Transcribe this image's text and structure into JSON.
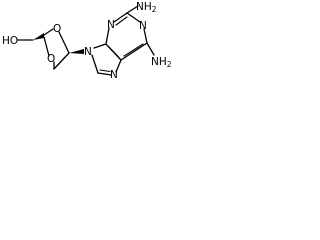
{
  "molecule": {
    "atoms": {
      "hydroxyl": "HO",
      "dioxolane_o_top": "O",
      "dioxolane_o_bottom": "O",
      "n9": "N",
      "n_ring6_top": "N",
      "n_ring6_mid": "N",
      "n_ring5_right": "N",
      "amine_top": "NH",
      "amine_top_sub": "2",
      "amine_bottom": "NH",
      "amine_bottom_sub": "2"
    },
    "colors": {
      "bond": "#000000",
      "text": "#000000",
      "background": "#ffffff"
    }
  }
}
